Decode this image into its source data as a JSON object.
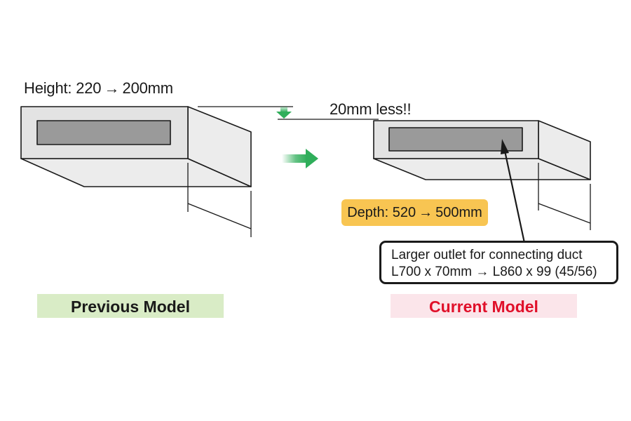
{
  "labels": {
    "height": "Height: 220 → 200mm",
    "height_diff": "20mm less!!",
    "depth": "Depth: 520 → 500mm",
    "outlet_line1": "Larger outlet for connecting duct",
    "outlet_line2": "L700 x 70mm → L860 x 99 (45/56)",
    "previous_model": "Previous Model",
    "current_model": "Current Model"
  },
  "colors": {
    "unit_face": "#e6e6e6",
    "unit_outlet": "#9a9a9a",
    "outline": "#1a1a1a",
    "arrow_green": "#2fae5a",
    "depth_badge": "#f8c552",
    "previous_bg": "#d9ecc6",
    "current_bg": "#fbe5ea",
    "current_text": "#e0102a"
  }
}
